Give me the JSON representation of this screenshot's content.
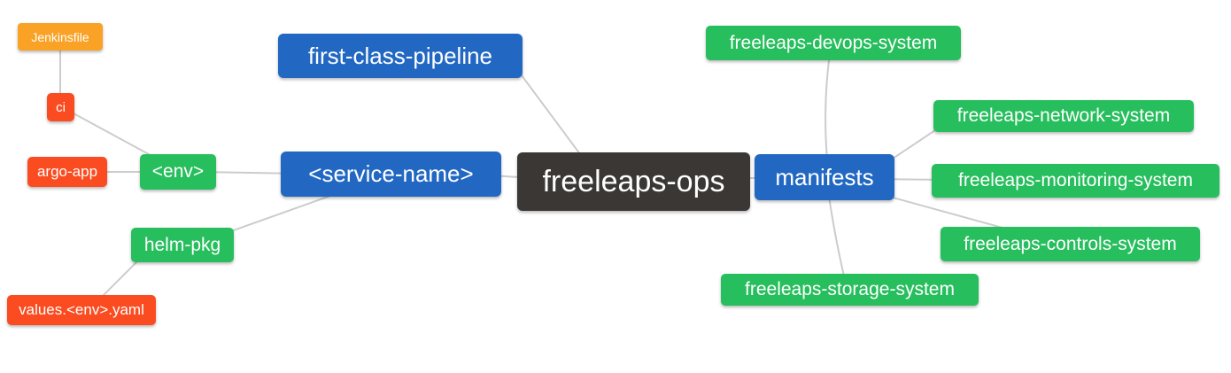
{
  "canvas": {
    "background": "#ffffff",
    "connector_color": "#cccccc"
  },
  "palette": {
    "blue": "#2268c3",
    "green": "#27be5d",
    "red_orange": "#fb4b20",
    "orange": "#f9a226",
    "dark": "#3b3735",
    "text": "#ffffff"
  },
  "nodes": [
    {
      "id": "jenkinsfile",
      "label": "Jenkinsfile",
      "color": "#f9a226"
    },
    {
      "id": "ci",
      "label": "ci",
      "color": "#fb4b20"
    },
    {
      "id": "argo-app",
      "label": "argo-app",
      "color": "#fb4b20"
    },
    {
      "id": "env",
      "label": "<env>",
      "color": "#27be5d"
    },
    {
      "id": "helm-pkg",
      "label": "helm-pkg",
      "color": "#27be5d"
    },
    {
      "id": "values-env-yaml",
      "label": "values.<env>.yaml",
      "color": "#fb4b20"
    },
    {
      "id": "first-class-pipeline",
      "label": "first-class-pipeline",
      "color": "#2268c3"
    },
    {
      "id": "service-name",
      "label": "<service-name>",
      "color": "#2268c3"
    },
    {
      "id": "freeleaps-ops",
      "label": "freeleaps-ops",
      "color": "#3b3735"
    },
    {
      "id": "manifests",
      "label": "manifests",
      "color": "#2268c3"
    },
    {
      "id": "freeleaps-devops-system",
      "label": "freeleaps-devops-system",
      "color": "#27be5d"
    },
    {
      "id": "freeleaps-network-system",
      "label": "freeleaps-network-system",
      "color": "#27be5d"
    },
    {
      "id": "freeleaps-monitoring-system",
      "label": "freeleaps-monitoring-system",
      "color": "#27be5d"
    },
    {
      "id": "freeleaps-controls-system",
      "label": "freeleaps-controls-system",
      "color": "#27be5d"
    },
    {
      "id": "freeleaps-storage-system",
      "label": "freeleaps-storage-system",
      "color": "#27be5d"
    }
  ],
  "edges": [
    {
      "from": "jenkinsfile",
      "to": "ci"
    },
    {
      "from": "ci",
      "to": "env"
    },
    {
      "from": "argo-app",
      "to": "env"
    },
    {
      "from": "env",
      "to": "service-name"
    },
    {
      "from": "service-name",
      "to": "helm-pkg"
    },
    {
      "from": "helm-pkg",
      "to": "values-env-yaml"
    },
    {
      "from": "first-class-pipeline",
      "to": "freeleaps-ops"
    },
    {
      "from": "service-name",
      "to": "freeleaps-ops"
    },
    {
      "from": "freeleaps-ops",
      "to": "manifests"
    },
    {
      "from": "manifests",
      "to": "freeleaps-devops-system"
    },
    {
      "from": "manifests",
      "to": "freeleaps-network-system"
    },
    {
      "from": "manifests",
      "to": "freeleaps-monitoring-system"
    },
    {
      "from": "manifests",
      "to": "freeleaps-controls-system"
    },
    {
      "from": "manifests",
      "to": "freeleaps-storage-system"
    }
  ]
}
